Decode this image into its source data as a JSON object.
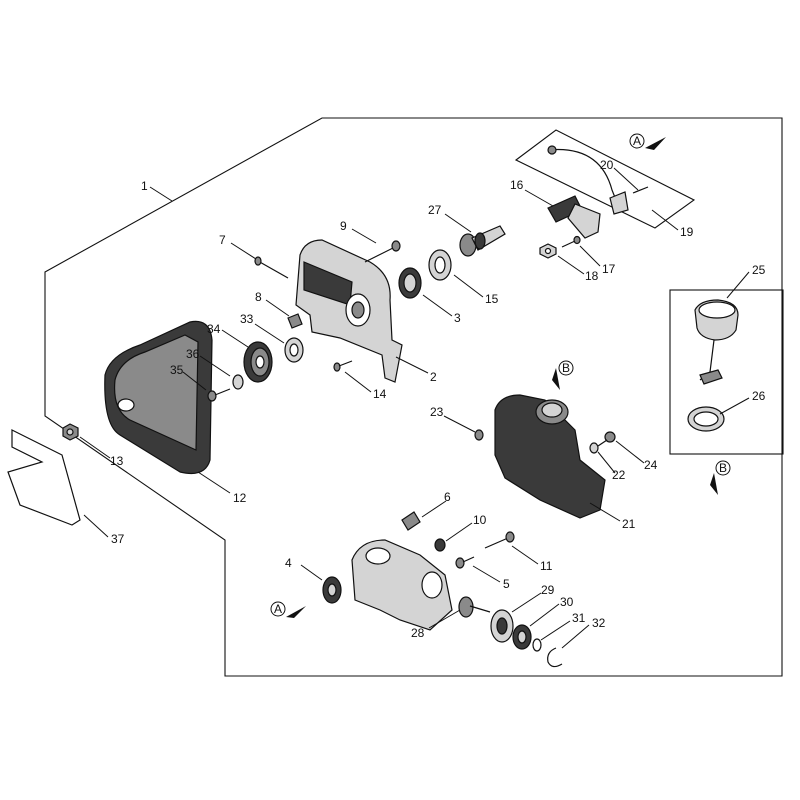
{
  "diagram": {
    "callouts": {
      "c1": "1",
      "c2": "2",
      "c3": "3",
      "c4": "4",
      "c5": "5",
      "c6": "6",
      "c7": "7",
      "c8": "8",
      "c9": "9",
      "c10": "10",
      "c11": "11",
      "c12": "12",
      "c13": "13",
      "c14": "14",
      "c15": "15",
      "c16": "16",
      "c17": "17",
      "c18": "18",
      "c19": "19",
      "c20": "20",
      "c21": "21",
      "c22": "22",
      "c23": "23",
      "c24": "24",
      "c25": "25",
      "c26": "26",
      "c27": "27",
      "c28": "28",
      "c29": "29",
      "c30": "30",
      "c31": "31",
      "c32": "32",
      "c33": "33",
      "c34": "34",
      "c35": "35",
      "c36": "36",
      "c37": "37"
    },
    "reference_markers": {
      "a_top": "A",
      "a_bottom": "A",
      "b_tank": "B",
      "b_cap": "B"
    }
  }
}
